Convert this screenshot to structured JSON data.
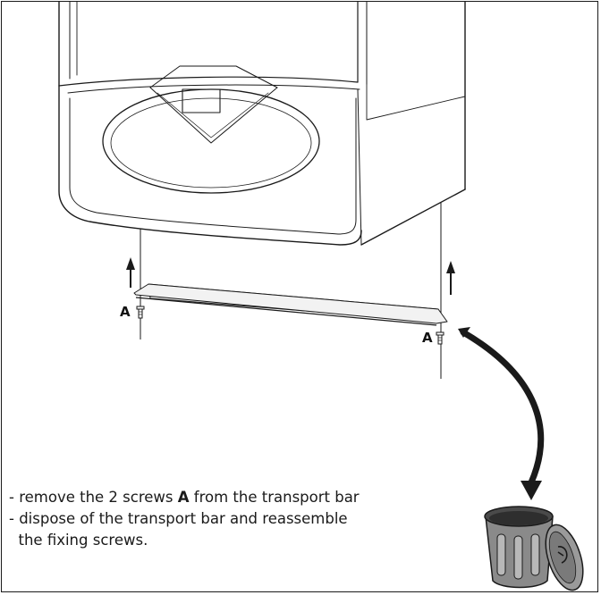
{
  "labels": {
    "screw_left": "A",
    "screw_right": "A"
  },
  "instructions": {
    "line1_prefix": "- remove the 2 screws ",
    "line1_bold": "A",
    "line1_suffix": " from the transport bar",
    "line2": "- dispose of the transport bar and reassemble",
    "line3": "  the fixing screws."
  },
  "colors": {
    "line": "#1a1a1a",
    "bar_fill": "#e3e3e3",
    "bin_body": "#8a8a8a",
    "bin_dark": "#4a4a4a"
  }
}
